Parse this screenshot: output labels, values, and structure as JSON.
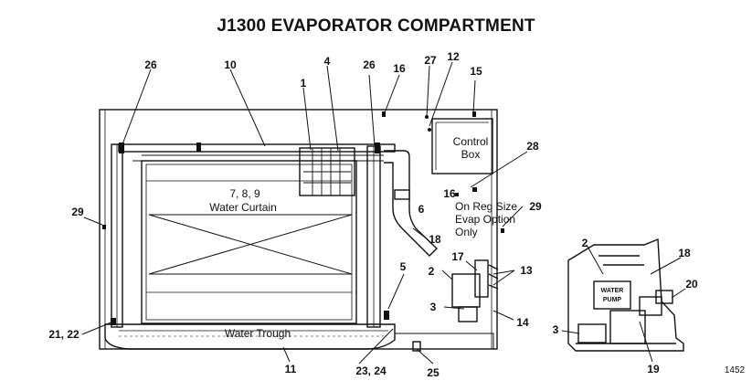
{
  "title": "J1300 EVAPORATOR COMPARTMENT",
  "text_labels": {
    "control_box_line1": "Control",
    "control_box_line2": "Box",
    "water_curtain_nums": "7, 8, 9",
    "water_curtain": "Water Curtain",
    "on_reg_size": "On Reg Size",
    "evap_option": "Evap Option",
    "only": "Only",
    "water_trough": "Water Trough",
    "water_pump_line1": "WATER",
    "water_pump_line2": "PUMP"
  },
  "callouts": {
    "c1": "1",
    "c2": "2",
    "c2b": "2",
    "c3": "3",
    "c3b": "3",
    "c4": "4",
    "c5": "5",
    "c6": "6",
    "c10": "10",
    "c11": "11",
    "c12": "12",
    "c13": "13",
    "c14": "14",
    "c15": "15",
    "c16a": "16",
    "c16b": "16",
    "c17": "17",
    "c18a": "18",
    "c18b": "18",
    "c19": "19",
    "c20": "20",
    "c2122": "21, 22",
    "c2324": "23, 24",
    "c25": "25",
    "c26a": "26",
    "c26b": "26",
    "c27": "27",
    "c28": "28",
    "c29a": "29",
    "c29b": "29"
  },
  "figure_number": "1452"
}
